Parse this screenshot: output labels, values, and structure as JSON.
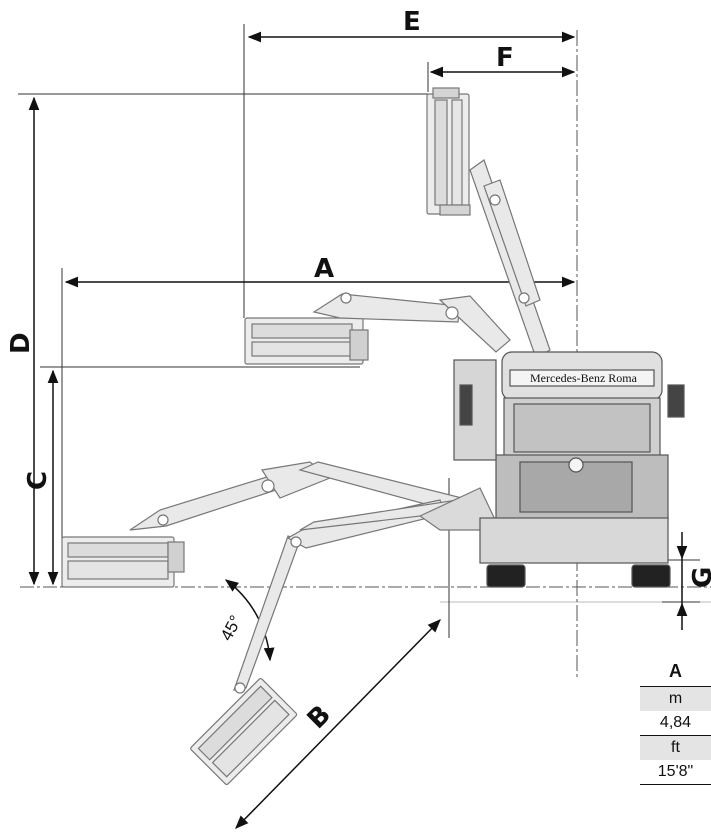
{
  "dimensions": {
    "A": "A",
    "B": "B",
    "C": "C",
    "D": "D",
    "E": "E",
    "F": "F",
    "G": "G"
  },
  "angle": "45°",
  "truck": {
    "grille_text": "Mercedes-Benz Roma"
  },
  "table": {
    "header": "A",
    "unit_metric": "m",
    "value_metric": "4,84",
    "unit_imperial": "ft",
    "value_imperial": "15'8\""
  }
}
